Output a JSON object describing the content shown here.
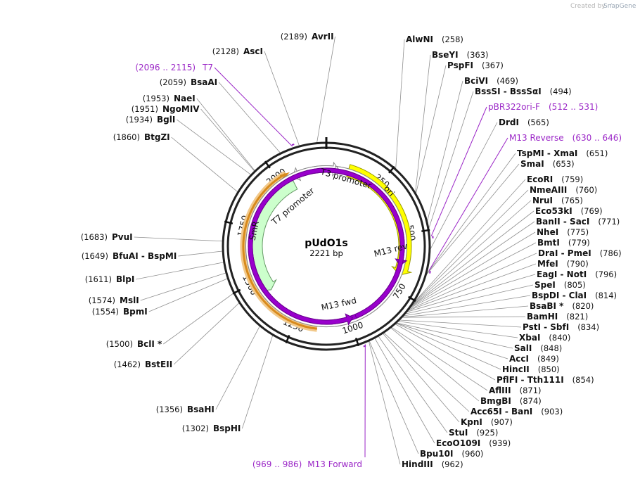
{
  "credit": {
    "prefix": "Created by",
    "brand": "SnapGene"
  },
  "plasmid": {
    "name": "pUdO1s",
    "length_text": "2221 bp",
    "length": 2221
  },
  "ticks": [
    "250",
    "500",
    "750",
    "1000",
    "1250",
    "1500",
    "1750",
    "2000"
  ],
  "features": [
    {
      "name": "ori",
      "label": "ori",
      "start": 100,
      "end": 688,
      "strand": "+",
      "color": "#ffff00",
      "stroke": "#999900"
    },
    {
      "name": "SmR",
      "label": "SmR",
      "start": 2055,
      "end": 1430,
      "strand": "-",
      "color": "#ccffcc",
      "stroke": "#669966"
    },
    {
      "name": "T7-promoter",
      "label": "T7 promoter",
      "start": 2082,
      "end": 2062,
      "strand": "-",
      "color": "#ffffff",
      "stroke": "#888888"
    },
    {
      "name": "T3-promoter",
      "label": "T3 promoter",
      "start": 40,
      "end": 58,
      "strand": "+",
      "color": "#ffffff",
      "stroke": "#888888"
    },
    {
      "name": "M13-rev",
      "label": "M13 rev",
      "start": 632,
      "end": 646,
      "strand": "+",
      "color": "#9900cc",
      "stroke": "#6a0090"
    },
    {
      "name": "M13-fwd",
      "label": "M13 fwd",
      "start": 970,
      "end": 986,
      "strand": "-",
      "color": "#9900cc",
      "stroke": "#6a0090"
    },
    {
      "name": "orange-region",
      "label": "",
      "start": 2040,
      "end": 1150,
      "strand": "-",
      "color": "#e8a33c",
      "stroke": "#c07010"
    }
  ],
  "enzymes_right": [
    {
      "name": "AlwNI",
      "pos": "(258)",
      "bp": 258
    },
    {
      "name": "BseYI",
      "pos": "(363)",
      "bp": 363
    },
    {
      "name": "PspFI",
      "pos": "(367)",
      "bp": 367
    },
    {
      "name": "BciVI",
      "pos": "(469)",
      "bp": 469
    },
    {
      "name": "BssSI  -  BssSαI",
      "pos": "(494)",
      "bp": 494
    },
    {
      "name": "DrdI",
      "pos": "(565)",
      "bp": 565
    },
    {
      "name": "TspMI  -  XmaI",
      "pos": "(651)",
      "bp": 651
    },
    {
      "name": "SmaI",
      "pos": "(653)",
      "bp": 653
    },
    {
      "name": "EcoRI",
      "pos": "(759)",
      "bp": 759
    },
    {
      "name": "NmeAIII",
      "pos": "(760)",
      "bp": 760
    },
    {
      "name": "NruI",
      "pos": "(765)",
      "bp": 765
    },
    {
      "name": "Eco53kI",
      "pos": "(769)",
      "bp": 769
    },
    {
      "name": "BanII  -  SacI",
      "pos": "(771)",
      "bp": 771
    },
    {
      "name": "NheI",
      "pos": "(775)",
      "bp": 775
    },
    {
      "name": "BmtI",
      "pos": "(779)",
      "bp": 779
    },
    {
      "name": "DraI  -  PmeI",
      "pos": "(786)",
      "bp": 786
    },
    {
      "name": "MfeI",
      "pos": "(790)",
      "bp": 790
    },
    {
      "name": "EagI  -  NotI",
      "pos": "(796)",
      "bp": 796
    },
    {
      "name": "SpeI",
      "pos": "(805)",
      "bp": 805
    },
    {
      "name": "BspDI  -  ClaI",
      "pos": "(814)",
      "bp": 814
    },
    {
      "name": "BsaBI *",
      "pos": "(820)",
      "bp": 820
    },
    {
      "name": "BamHI",
      "pos": "(821)",
      "bp": 821
    },
    {
      "name": "PstI  -  SbfI",
      "pos": "(834)",
      "bp": 834
    },
    {
      "name": "XbaI",
      "pos": "(840)",
      "bp": 840
    },
    {
      "name": "SalI",
      "pos": "(848)",
      "bp": 848
    },
    {
      "name": "AccI",
      "pos": "(849)",
      "bp": 849
    },
    {
      "name": "HincII",
      "pos": "(850)",
      "bp": 850
    },
    {
      "name": "PflFI  -  Tth111I",
      "pos": "(854)",
      "bp": 854
    },
    {
      "name": "AflIII",
      "pos": "(871)",
      "bp": 871
    },
    {
      "name": "BmgBI",
      "pos": "(874)",
      "bp": 874
    },
    {
      "name": "Acc65I  -  BanI",
      "pos": "(903)",
      "bp": 903
    },
    {
      "name": "KpnI",
      "pos": "(907)",
      "bp": 907
    },
    {
      "name": "StuI",
      "pos": "(925)",
      "bp": 925
    },
    {
      "name": "EcoO109I",
      "pos": "(939)",
      "bp": 939
    },
    {
      "name": "Bpu10I",
      "pos": "(960)",
      "bp": 960
    },
    {
      "name": "HindIII",
      "pos": "(962)",
      "bp": 962
    }
  ],
  "enzymes_left": [
    {
      "name": "AvrII",
      "pos": "(2189)",
      "bp": 2189
    },
    {
      "name": "AscI",
      "pos": "(2128)",
      "bp": 2128
    },
    {
      "name": "BsaAI",
      "pos": "(2059)",
      "bp": 2059
    },
    {
      "name": "NaeI",
      "pos": "(1953)",
      "bp": 1953
    },
    {
      "name": "NgoMIV",
      "pos": "(1951)",
      "bp": 1951
    },
    {
      "name": "BglI",
      "pos": "(1934)",
      "bp": 1934
    },
    {
      "name": "BtgZI",
      "pos": "(1860)",
      "bp": 1860
    },
    {
      "name": "PvuI",
      "pos": "(1683)",
      "bp": 1683
    },
    {
      "name": "BfuAI  -  BspMI",
      "pos": "(1649)",
      "bp": 1649
    },
    {
      "name": "BlpI",
      "pos": "(1611)",
      "bp": 1611
    },
    {
      "name": "MslI",
      "pos": "(1574)",
      "bp": 1574
    },
    {
      "name": "BpmI",
      "pos": "(1554)",
      "bp": 1554
    },
    {
      "name": "BclI *",
      "pos": "(1500)",
      "bp": 1500
    },
    {
      "name": "BstEII",
      "pos": "(1462)",
      "bp": 1462
    },
    {
      "name": "BsaHI",
      "pos": "(1356)",
      "bp": 1356
    },
    {
      "name": "BspHI",
      "pos": "(1302)",
      "bp": 1302
    }
  ],
  "primers": [
    {
      "name": "pBR322ori-F",
      "range": "(512 .. 531)",
      "bp": 521
    },
    {
      "name": "M13 Reverse",
      "range": "(630 .. 646)",
      "bp": 638
    },
    {
      "name": "T7",
      "range": "(2096 .. 2115)",
      "bp": 2105
    },
    {
      "name": "M13 Forward",
      "range": "(969 .. 986)",
      "bp": 977
    }
  ]
}
